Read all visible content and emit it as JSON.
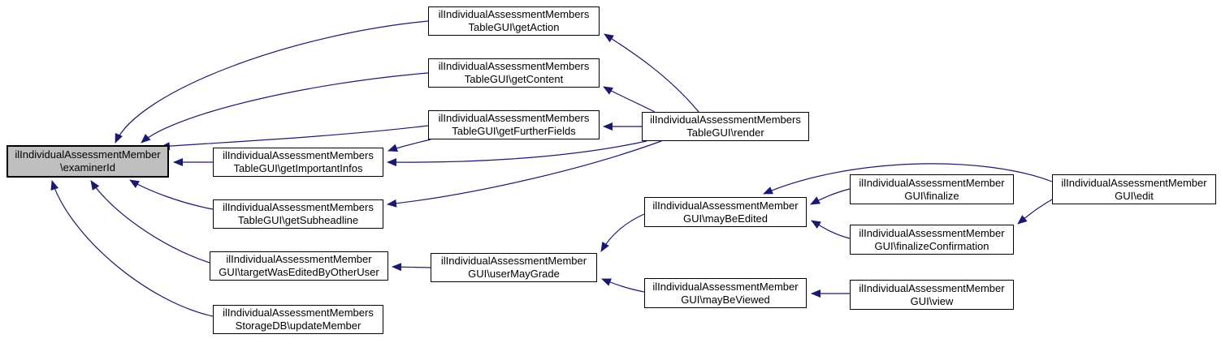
{
  "diagram": {
    "kind": "doxygen-caller-graph",
    "background_color": "#ffffff",
    "edge_color": "#191970",
    "node_border_color": "#000000",
    "node_fill_color": "#ffffff",
    "highlighted_node_fill_color": "#bfbfbf",
    "text_color": "#000000",
    "highlighted_node": "ilIndividualAssessmentMember\\examinerId"
  },
  "nodes": [
    {
      "id": "examinerId",
      "line1": "ilIndividualAssessmentMember",
      "line2": "\\examinerId",
      "highlighted": true
    },
    {
      "id": "getAction",
      "line1": "ilIndividualAssessmentMembers",
      "line2": "TableGUI\\getAction",
      "highlighted": false
    },
    {
      "id": "getContent",
      "line1": "ilIndividualAssessmentMembers",
      "line2": "TableGUI\\getContent",
      "highlighted": false
    },
    {
      "id": "getFurtherFields",
      "line1": "ilIndividualAssessmentMembers",
      "line2": "TableGUI\\getFurtherFields",
      "highlighted": false
    },
    {
      "id": "getImportantInfos",
      "line1": "ilIndividualAssessmentMembers",
      "line2": "TableGUI\\getImportantInfos",
      "highlighted": false
    },
    {
      "id": "getSubheadline",
      "line1": "ilIndividualAssessmentMembers",
      "line2": "TableGUI\\getSubheadline",
      "highlighted": false
    },
    {
      "id": "targetWasEditedByOtherUser",
      "line1": "ilIndividualAssessmentMember",
      "line2": "GUI\\targetWasEditedByOtherUser",
      "highlighted": false
    },
    {
      "id": "updateMember",
      "line1": "ilIndividualAssessmentMembers",
      "line2": "StorageDB\\updateMember",
      "highlighted": false
    },
    {
      "id": "render",
      "line1": "ilIndividualAssessmentMembers",
      "line2": "TableGUI\\render",
      "highlighted": false
    },
    {
      "id": "userMayGrade",
      "line1": "ilIndividualAssessmentMember",
      "line2": "GUI\\userMayGrade",
      "highlighted": false
    },
    {
      "id": "mayBeEdited",
      "line1": "ilIndividualAssessmentMember",
      "line2": "GUI\\mayBeEdited",
      "highlighted": false
    },
    {
      "id": "mayBeViewed",
      "line1": "ilIndividualAssessmentMember",
      "line2": "GUI\\mayBeViewed",
      "highlighted": false
    },
    {
      "id": "finalize",
      "line1": "ilIndividualAssessmentMember",
      "line2": "GUI\\finalize",
      "highlighted": false
    },
    {
      "id": "finalizeConfirmation",
      "line1": "ilIndividualAssessmentMember",
      "line2": "GUI\\finalizeConfirmation",
      "highlighted": false
    },
    {
      "id": "view",
      "line1": "ilIndividualAssessmentMember",
      "line2": "GUI\\view",
      "highlighted": false
    },
    {
      "id": "edit",
      "line1": "ilIndividualAssessmentMember",
      "line2": "GUI\\edit",
      "highlighted": false
    }
  ],
  "edges": [
    {
      "from": "getAction",
      "to": "examinerId"
    },
    {
      "from": "getContent",
      "to": "examinerId"
    },
    {
      "from": "getFurtherFields",
      "to": "examinerId"
    },
    {
      "from": "getImportantInfos",
      "to": "examinerId"
    },
    {
      "from": "getSubheadline",
      "to": "examinerId"
    },
    {
      "from": "targetWasEditedByOtherUser",
      "to": "examinerId"
    },
    {
      "from": "updateMember",
      "to": "examinerId"
    },
    {
      "from": "render",
      "to": "getAction"
    },
    {
      "from": "render",
      "to": "getContent"
    },
    {
      "from": "render",
      "to": "getFurtherFields"
    },
    {
      "from": "render",
      "to": "getImportantInfos"
    },
    {
      "from": "getFurtherFields",
      "to": "getImportantInfos"
    },
    {
      "from": "render",
      "to": "getSubheadline"
    },
    {
      "from": "userMayGrade",
      "to": "targetWasEditedByOtherUser"
    },
    {
      "from": "mayBeEdited",
      "to": "userMayGrade"
    },
    {
      "from": "mayBeViewed",
      "to": "userMayGrade"
    },
    {
      "from": "finalize",
      "to": "mayBeEdited"
    },
    {
      "from": "finalizeConfirmation",
      "to": "mayBeEdited"
    },
    {
      "from": "edit",
      "to": "mayBeEdited"
    },
    {
      "from": "edit",
      "to": "finalizeConfirmation"
    },
    {
      "from": "view",
      "to": "mayBeViewed"
    }
  ]
}
